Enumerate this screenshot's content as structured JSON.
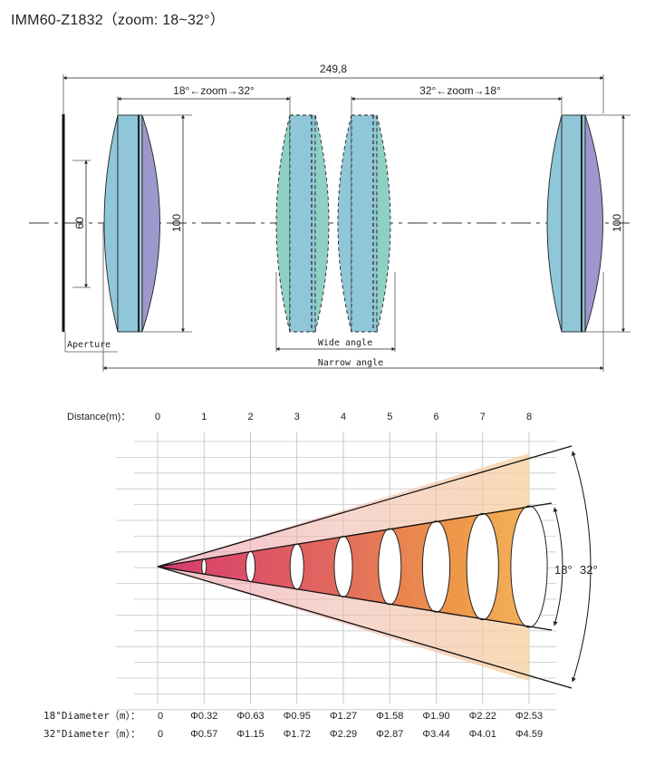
{
  "title": "IMM60-Z1832（zoom: 18~32°）",
  "lens_drawing": {
    "total_length": "249,8",
    "zoom_left": "18°←zoom→32°",
    "zoom_right": "32°←zoom→18°",
    "aperture_dim": "60",
    "left_lens_dim": "100",
    "right_lens_dim": "100",
    "aperture_label": "Aperture",
    "wide_label": "Wide angle",
    "narrow_label": "Narrow angle"
  },
  "beam": {
    "distance_label": "Distance(m)：",
    "distances": [
      "0",
      "1",
      "2",
      "3",
      "4",
      "5",
      "6",
      "7",
      "8"
    ],
    "angle_inner": "18°",
    "angle_outer": "32°",
    "row18_label": "18°Diameter（m）：",
    "row32_label": "32°Diameter（m）：",
    "diam18": [
      "0",
      "Φ0.32",
      "Φ0.63",
      "Φ0.95",
      "Φ1.27",
      "Φ1.58",
      "Φ1.90",
      "Φ2.22",
      "Φ2.53"
    ],
    "diam32": [
      "0",
      "Φ0.57",
      "Φ1.15",
      "Φ1.72",
      "Φ2.29",
      "Φ2.87",
      "Φ3.44",
      "Φ4.01",
      "Φ4.59"
    ]
  },
  "colors": {
    "lens_blue": "#8fc6d8",
    "lens_purple": "#9c97cc",
    "lens_teal": "#8fcfc4",
    "beam_start": "#d9406f",
    "beam_end": "#f3a24a"
  }
}
